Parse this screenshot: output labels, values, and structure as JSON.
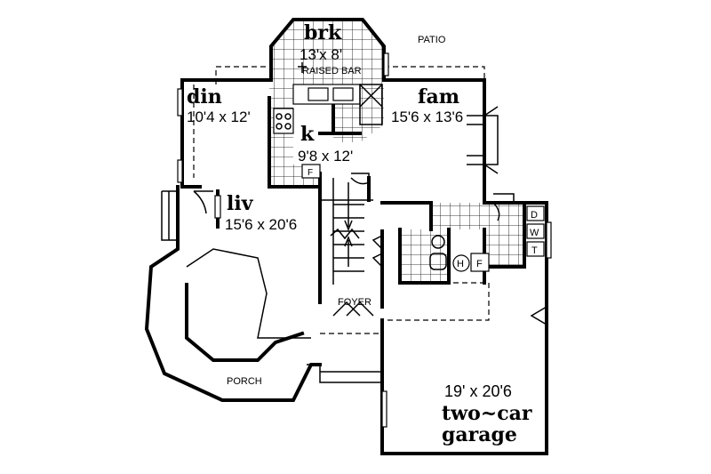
{
  "rooms": {
    "breakfast": {
      "name": "brk",
      "size": "13'x 8'"
    },
    "raised_bar": "RAISED BAR",
    "patio": "PATIO",
    "dining": {
      "name": "din",
      "size": "10'4 x 12'"
    },
    "family": {
      "name": "fam",
      "size": "15'6 x 13'6"
    },
    "kitchen": {
      "name": "k",
      "size": "9'8 x 12'"
    },
    "living": {
      "name": "liv",
      "size": "15'6 x 20'6"
    },
    "foyer": "FOYER",
    "porch": "PORCH",
    "garage": {
      "size": "19' x 20'6",
      "name_line1": "two~car",
      "name_line2": "garage"
    }
  },
  "fixtures": {
    "dryer": "D",
    "washer": "W",
    "furnace": "F",
    "heater": "H",
    "kitchen_pantry": "F",
    "tub": "T"
  }
}
